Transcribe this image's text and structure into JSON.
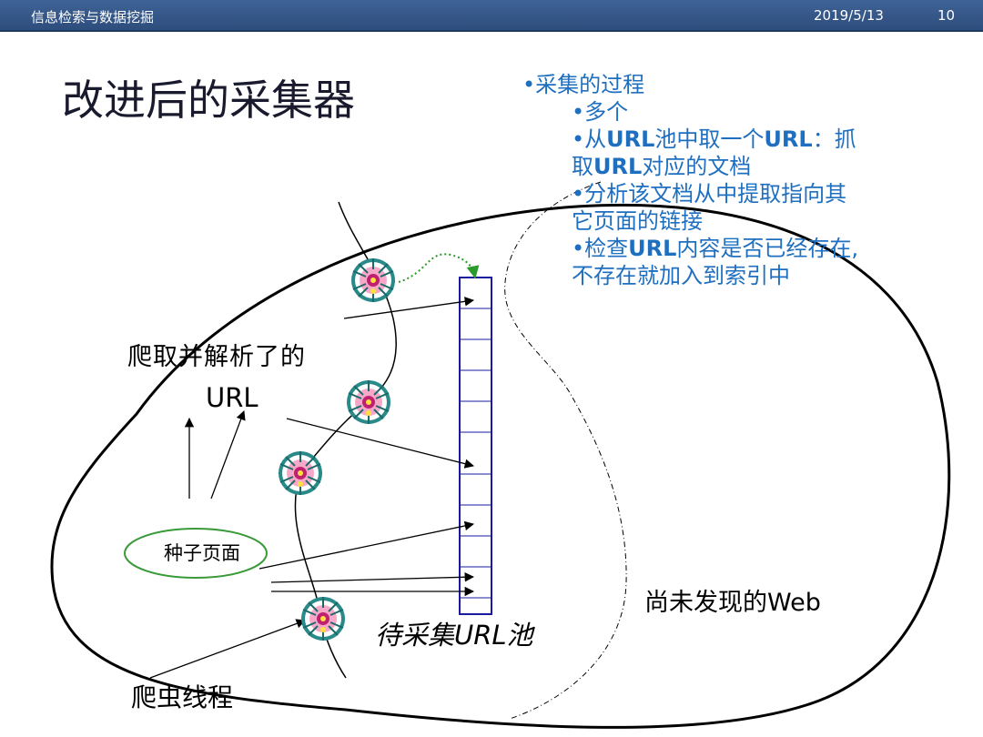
{
  "header": {
    "course": "信息检索与数据挖掘",
    "date": "2019/5/13",
    "page_number": "10"
  },
  "title": "改进后的采集器",
  "bullets": {
    "heading": "•采集的过程",
    "item1": "•多个",
    "item2_line1_prefix": "•从",
    "item2_line1_url1": "URL",
    "item2_line1_mid": "池中取一个",
    "item2_line1_url2": "URL",
    "item2_line1_suffix": "：抓",
    "item2_line2_prefix": "取",
    "item2_line2_url": "URL",
    "item2_line2_suffix": "对应的文档",
    "item3_line1": "•分析该文档从中提取指向其",
    "item3_line2": "它页面的链接",
    "item4_line1_prefix": "•检查",
    "item4_line1_url": "URL",
    "item4_line1_suffix": "内容是否已经存在,",
    "item4_line2": "不存在就加入到索引中"
  },
  "diagram": {
    "parsed_label": "爬取并解析了的",
    "parsed_url_label": "URL",
    "seed_label": "种子页面",
    "pool_label": "待采集URL池",
    "web_label": "尚未发现的Web",
    "thread_label": "爬虫线程",
    "spider_icon": "spider-web-icon",
    "colors": {
      "pool_border": "#1a1aa0",
      "seed_border": "#3a9a3a",
      "dotted_arrow": "#2a9a2a",
      "text_blue": "#1f6fc0",
      "header_bg": "#2d4d7c"
    }
  }
}
